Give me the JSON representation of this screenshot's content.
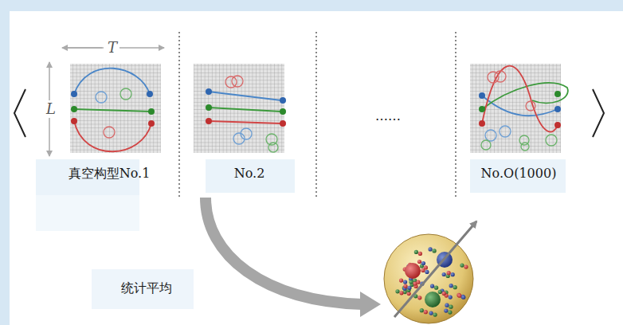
{
  "diagram": {
    "labels": [
      "T",
      "L",
      "真空构型No.1",
      "No.2",
      "……",
      "No.O(1000)",
      "统计平均"
    ]
  }
}
